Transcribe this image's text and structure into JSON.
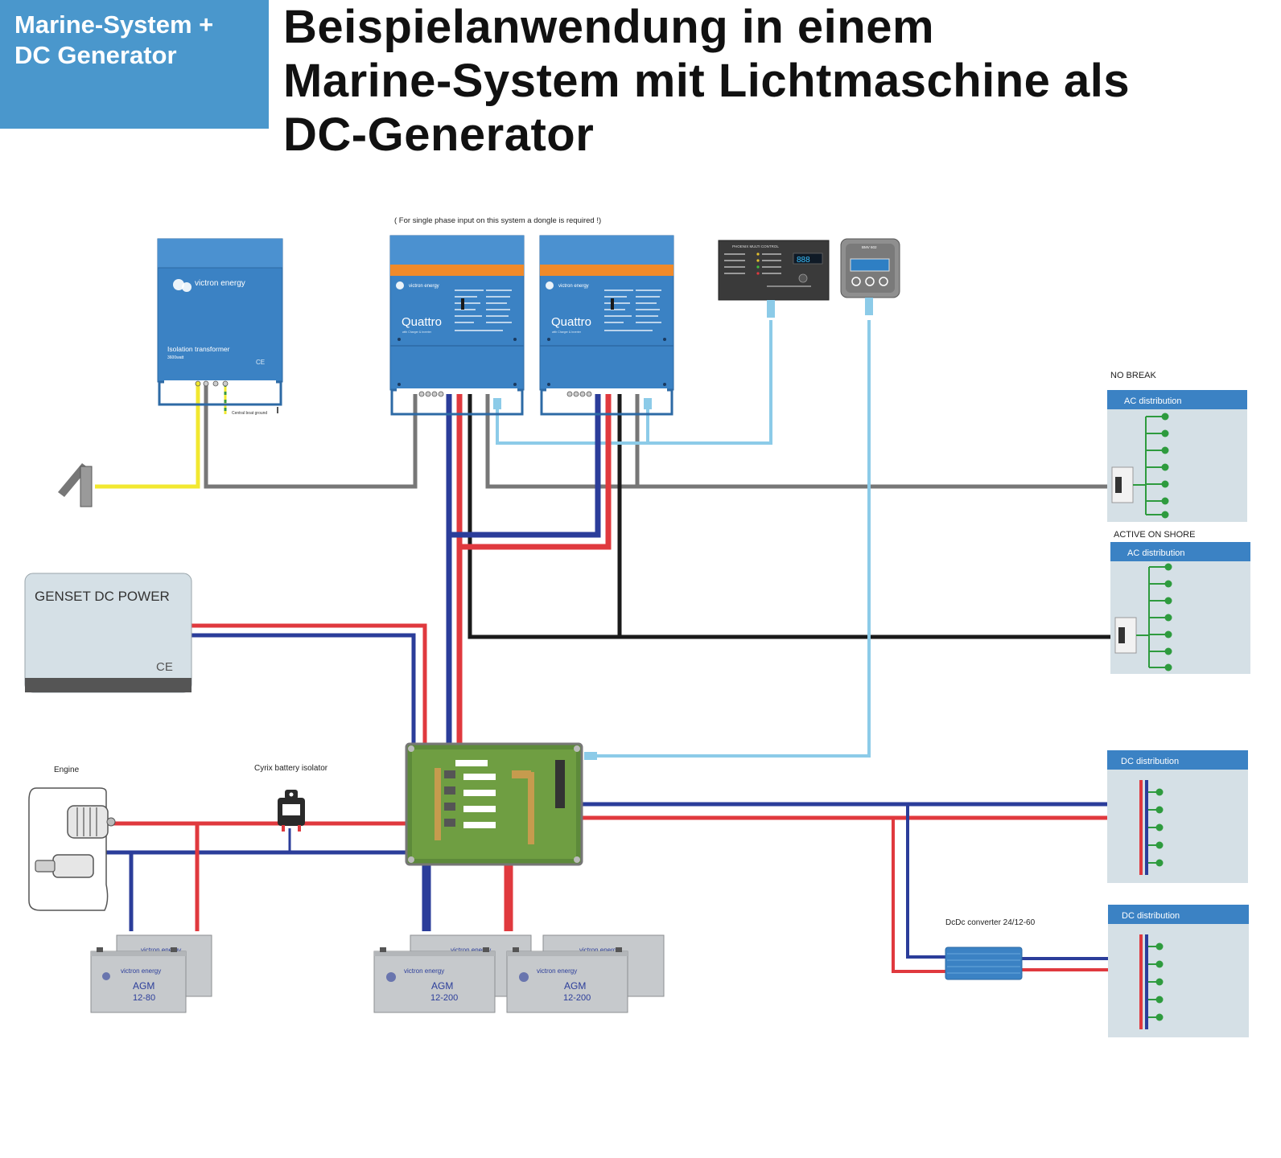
{
  "header": {
    "tag": "Marine-System +\nDC Generator",
    "title": "Beispielanwendung in einem\nMarine-System mit Lichtmaschine als\nDC-Generator"
  },
  "colors": {
    "tag_bg": "#4a97cc",
    "device_blue": "#3b82c4",
    "quattro_orange": "#f08a2a",
    "wire_red": "#e0393e",
    "wire_blue": "#2b3d9a",
    "wire_black": "#1a1a1a",
    "wire_gray": "#777777",
    "wire_yellow": "#f2e830",
    "wire_lightblue": "#8ccbe8",
    "panel_gray": "#d5e0e6",
    "dot_green": "#2e9b3e"
  },
  "diagram": {
    "dongle_note": "( For single phase input on this system a dongle is required !)",
    "isolation_transformer": {
      "brand": "victron energy",
      "label": "Isolation transformer",
      "sub": "3600watt",
      "ce": "CE",
      "ground_note": "Central boat ground"
    },
    "quattros": [
      {
        "brand": "victron energy",
        "name": "Quattro",
        "sub": "with Charger & Inverter"
      },
      {
        "brand": "victron energy",
        "name": "Quattro",
        "sub": "with Charger & Inverter"
      }
    ],
    "phoenix_control": {
      "label": "PHOENIX MULTI CONTROL",
      "display": "888"
    },
    "bmv": {
      "label": "BMV 602"
    },
    "genset": {
      "label": "GENSET DC POWER",
      "ce": "CE"
    },
    "engine": {
      "label": "Engine"
    },
    "cyrix": {
      "label": "Cyrix battery isolator"
    },
    "dcdc": {
      "label": "DcDc converter 24/12-60"
    },
    "no_break": "NO BREAK",
    "active_on_shore": "ACTIVE ON SHORE",
    "ac_distribution": [
      "AC distribution",
      "AC distribution"
    ],
    "dc_distribution": [
      "DC distribution",
      "DC distribution"
    ],
    "batteries": [
      {
        "brand": "victron energy",
        "type": "AGM",
        "model": "12-80",
        "back_text": "victron energy"
      },
      {
        "brand": "victron energy",
        "type": "AGM",
        "model": "12-200",
        "back_text": "victron energy"
      },
      {
        "brand": "victron energy",
        "type": "AGM",
        "model": "12-200",
        "back_text": "victron energy"
      }
    ]
  }
}
